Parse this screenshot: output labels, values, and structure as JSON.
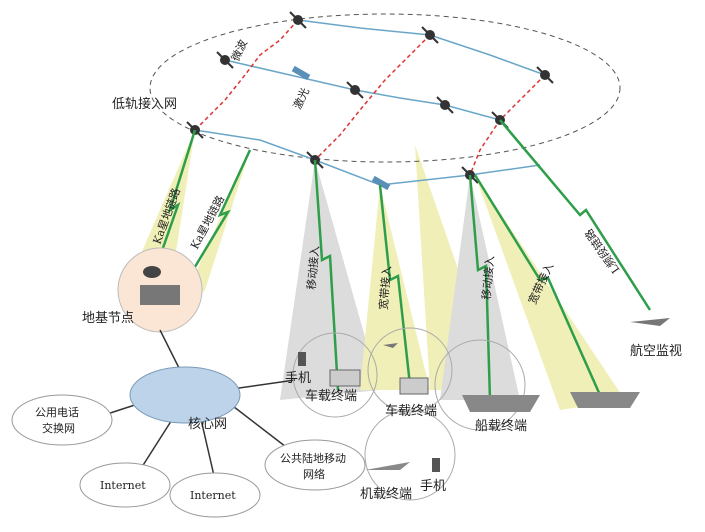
{
  "network": {
    "leo_access": "低轨接入网",
    "microwave": "微波",
    "laser": "激光"
  },
  "links": {
    "ka_feeder_1": "Ka星地链路",
    "ka_feeder_2": "Ka星地链路",
    "mobile_access_1": "移动接入",
    "broadband_access_1": "宽带接入",
    "mobile_access_2": "移动接入",
    "broadband_access_2": "宽带接入",
    "l_band": "L频段链路"
  },
  "nodes": {
    "ground_node": "地基节点",
    "core_network": "核心网",
    "pstn": [
      "公用电话",
      "交换网"
    ],
    "internet_1": "Internet",
    "internet_2": "Internet",
    "plmn": [
      "公共陆地移动",
      "网络"
    ],
    "phone_1": "手机",
    "vehicle_1": "车载终端",
    "vehicle_2": "车载终端",
    "ship": "船载终端",
    "aircraft_terminal": "机载终端",
    "phone_2": "手机",
    "air_surveillance": "航空监视"
  },
  "colors": {
    "beam_yellow": "#f1f0b0",
    "beam_gray": "#d8d8d8",
    "link_green": "#2e9e4a",
    "isl_blue": "#6aa6c8",
    "isl_red": "#d33"
  }
}
